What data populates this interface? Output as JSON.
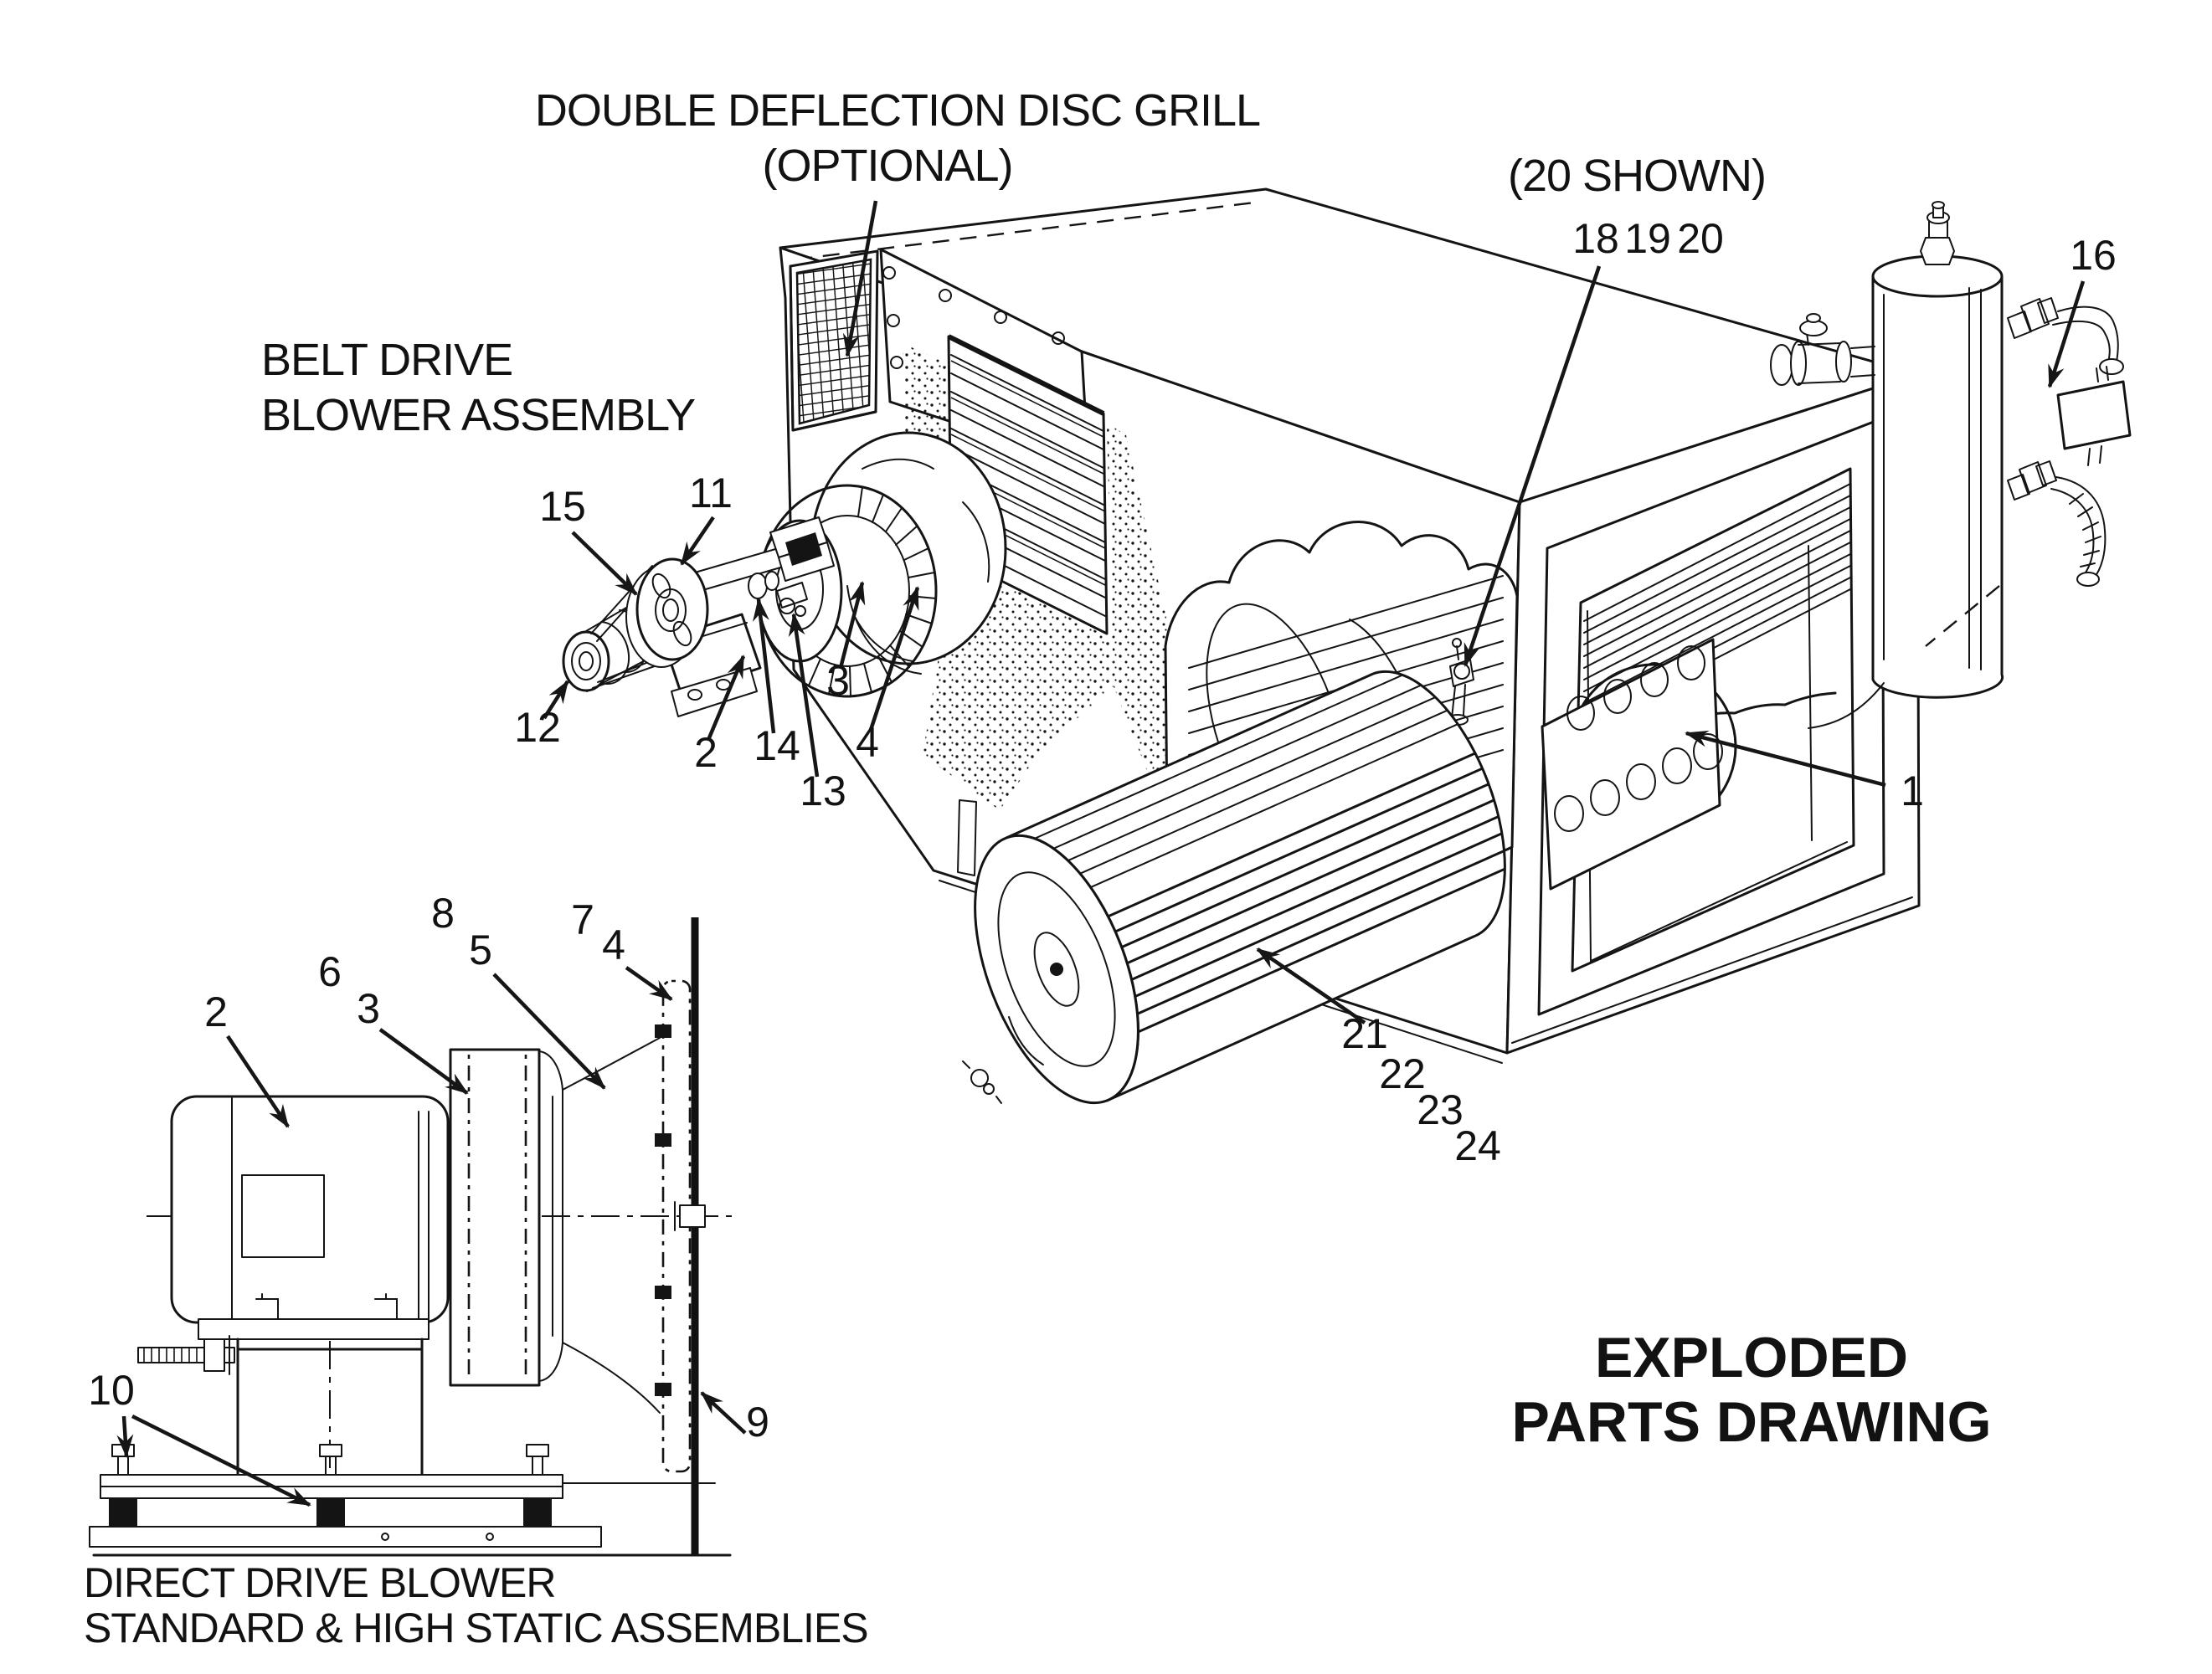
{
  "page": {
    "background": "#ffffff",
    "ink": "#141414"
  },
  "titles": {
    "main_line1": "EXPLODED",
    "main_line2": "PARTS DRAWING"
  },
  "annotations": {
    "grill_note_line1": "DOUBLE DEFLECTION DISC GRILL",
    "grill_note_line2": "(OPTIONAL)",
    "belt_drive_line1": "BELT DRIVE",
    "belt_drive_line2": "BLOWER ASSEMBLY",
    "shown_note": "(20 SHOWN)",
    "direct_drive_line1": "DIRECT DRIVE BLOWER",
    "direct_drive_line2": "STANDARD & HIGH STATIC ASSEMBLIES"
  },
  "callouts": {
    "belt": {
      "p15": "15",
      "p11": "11",
      "p12": "12",
      "p2": "2",
      "p14": "14",
      "p13": "13",
      "p3": "3",
      "p4": "4"
    },
    "cabinet": {
      "p1": "1",
      "p16": "16",
      "p18": "18",
      "p19": "19",
      "p20": "20",
      "p21": "21",
      "p22": "22",
      "p23": "23",
      "p24": "24"
    },
    "direct": {
      "p2": "2",
      "p3": "3",
      "p4": "4",
      "p5": "5",
      "p6": "6",
      "p7": "7",
      "p8": "8",
      "p9": "9",
      "p10": "10"
    }
  }
}
